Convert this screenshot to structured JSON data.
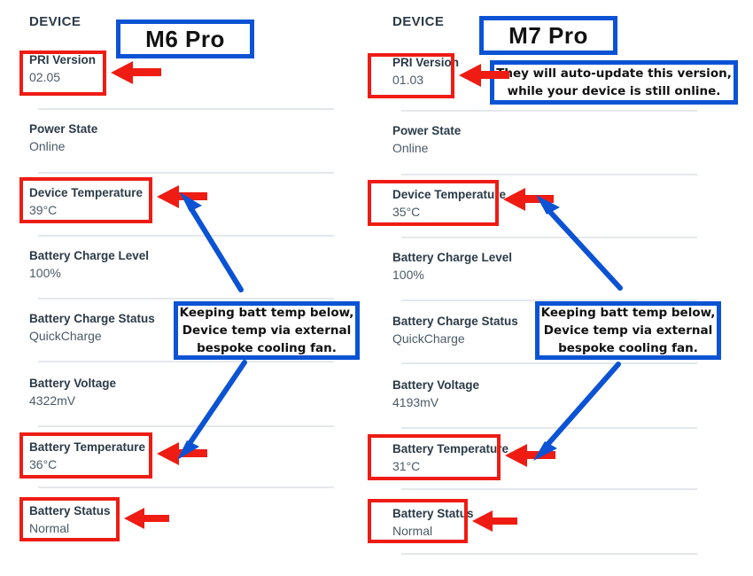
{
  "panels": [
    {
      "id": "left",
      "title": "DEVICE",
      "device_label": "M6 Pro",
      "fields": [
        {
          "label": "PRI Version",
          "value": "02.05"
        },
        {
          "label": "Power State",
          "value": "Online"
        },
        {
          "label": "Device Temperature",
          "value": "39°C"
        },
        {
          "label": "Battery Charge Level",
          "value": "100%"
        },
        {
          "label": "Battery Charge Status",
          "value": "QuickCharge"
        },
        {
          "label": "Battery Voltage",
          "value": "4322mV"
        },
        {
          "label": "Battery Temperature",
          "value": "36°C"
        },
        {
          "label": "Battery Status",
          "value": "Normal"
        }
      ],
      "note": "Keeping batt temp below,\nDevice temp via external\nbespoke cooling fan."
    },
    {
      "id": "right",
      "title": "DEVICE",
      "device_label": "M7 Pro",
      "fields": [
        {
          "label": "PRI Version",
          "value": "01.03"
        },
        {
          "label": "Power State",
          "value": "Online"
        },
        {
          "label": "Device Temperature",
          "value": "35°C"
        },
        {
          "label": "Battery Charge Level",
          "value": "100%"
        },
        {
          "label": "Battery Charge Status",
          "value": "QuickCharge"
        },
        {
          "label": "Battery Voltage",
          "value": "4193mV"
        },
        {
          "label": "Battery Temperature",
          "value": "31°C"
        },
        {
          "label": "Battery Status",
          "value": "Normal"
        }
      ],
      "note": "Keeping batt temp below,\nDevice temp via external\nbespoke cooling fan.",
      "pri_note": "They will auto-update this version,\nwhile your device is still online."
    }
  ],
  "colors": {
    "highlight_red": "#ee1c13",
    "callout_blue": "#0b53d4",
    "label_text": "#2b3a47",
    "value_text": "#4a5a66",
    "divider": "#e4e8eb"
  }
}
